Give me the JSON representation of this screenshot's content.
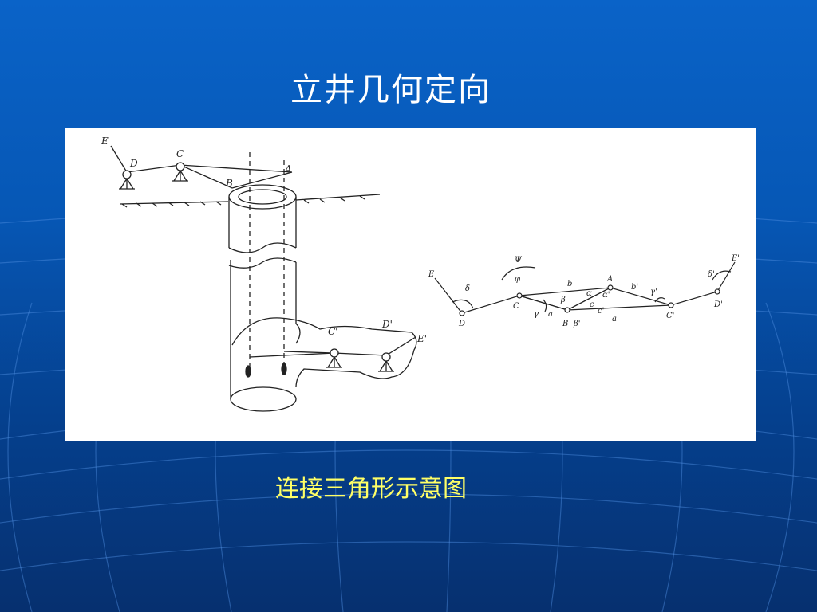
{
  "slide": {
    "title": "立井几何定向",
    "caption": "连接三角形示意图"
  },
  "diagram": {
    "left_labels": [
      "E",
      "D",
      "C",
      "B",
      "A",
      "C'",
      "D'",
      "E'"
    ],
    "right_labels": {
      "E": "E",
      "D": "D",
      "C": "C",
      "B": "B",
      "A": "A",
      "C1": "C'",
      "D1": "D'",
      "E1": "E'",
      "delta": "δ",
      "psi": "Ψ",
      "phi": "φ",
      "b": "b",
      "a": "a",
      "c": "c",
      "alpha": "α",
      "beta": "β",
      "gamma": "γ",
      "b1": "b'",
      "a1": "a'",
      "c1": "c'",
      "alpha1": "α'",
      "beta1": "β'",
      "gamma1": "γ'",
      "delta1": "δ'"
    }
  },
  "colors": {
    "background": "#0657b5",
    "title": "#ffffff",
    "caption": "#ffff66",
    "panel": "#ffffff"
  }
}
